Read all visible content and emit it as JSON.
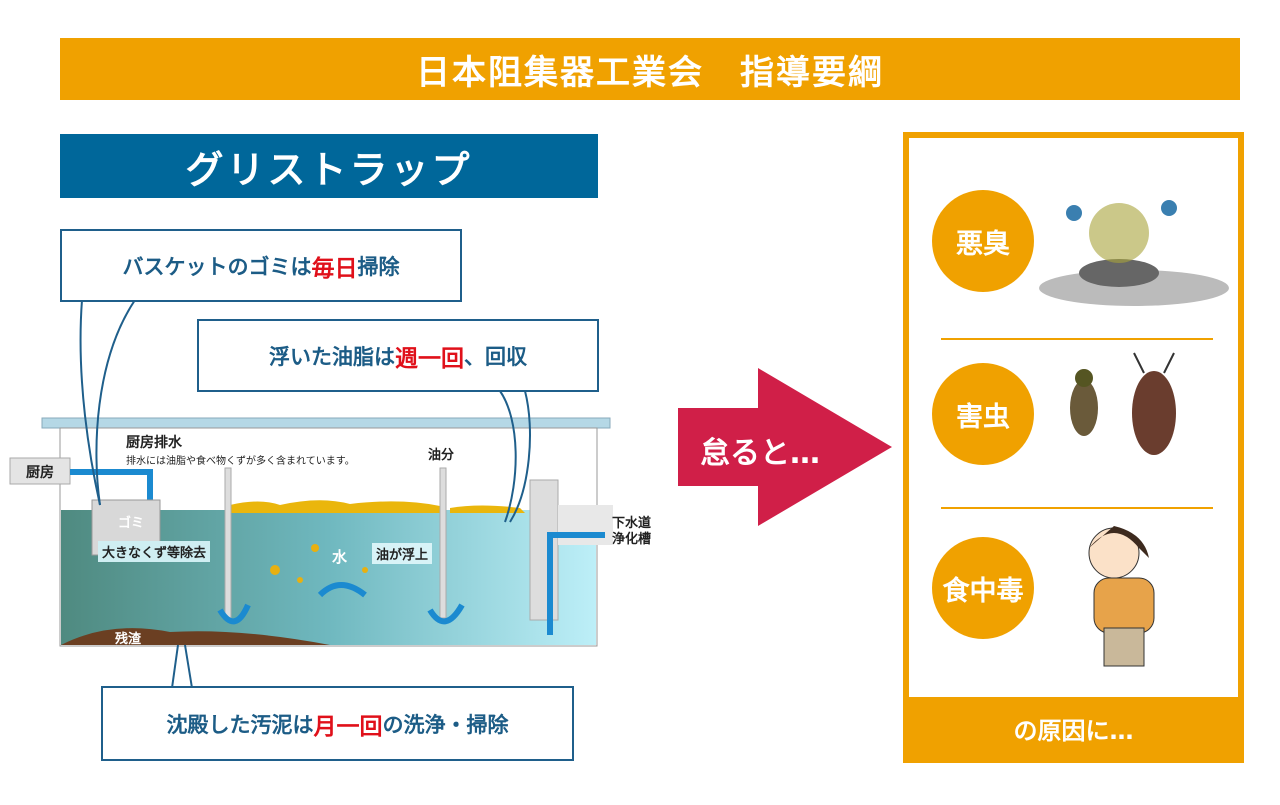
{
  "header": {
    "title": "日本阻集器工業会　指導要綱"
  },
  "section": {
    "title": "グリストラップ"
  },
  "callouts": [
    {
      "pre": "バスケットのゴミは",
      "hl": "毎日",
      "post": "掃除"
    },
    {
      "pre": "浮いた油脂は",
      "hl": "週一回",
      "post": "、回収"
    },
    {
      "pre": "沈殿した汚泥は",
      "hl": "月一回",
      "post": "の洗浄・掃除"
    }
  ],
  "diagram": {
    "kitchen": "厨房",
    "inflow_title": "厨房排水",
    "inflow_note": "排水には油脂や食べ物くずが多く含まれています。",
    "garbage": "ゴミ",
    "basket_label": "大きなくず等除去",
    "oil": "油分",
    "water": "水",
    "oil_rise": "油が浮上",
    "residue": "残渣",
    "outlet_line1": "下水道",
    "outlet_line2": "浄化槽"
  },
  "arrow": {
    "text": "怠ると…"
  },
  "panel": {
    "items": [
      {
        "label": "悪臭",
        "icon": "odor-drain-icon"
      },
      {
        "label": "害虫",
        "icon": "insects-icon"
      },
      {
        "label": "食中毒",
        "icon": "sick-person-icon"
      }
    ],
    "footer": "の原因に…"
  },
  "colors": {
    "orange": "#f0a100",
    "blue": "#00679a",
    "red": "#d01f48",
    "highlight": "#e0101a"
  }
}
